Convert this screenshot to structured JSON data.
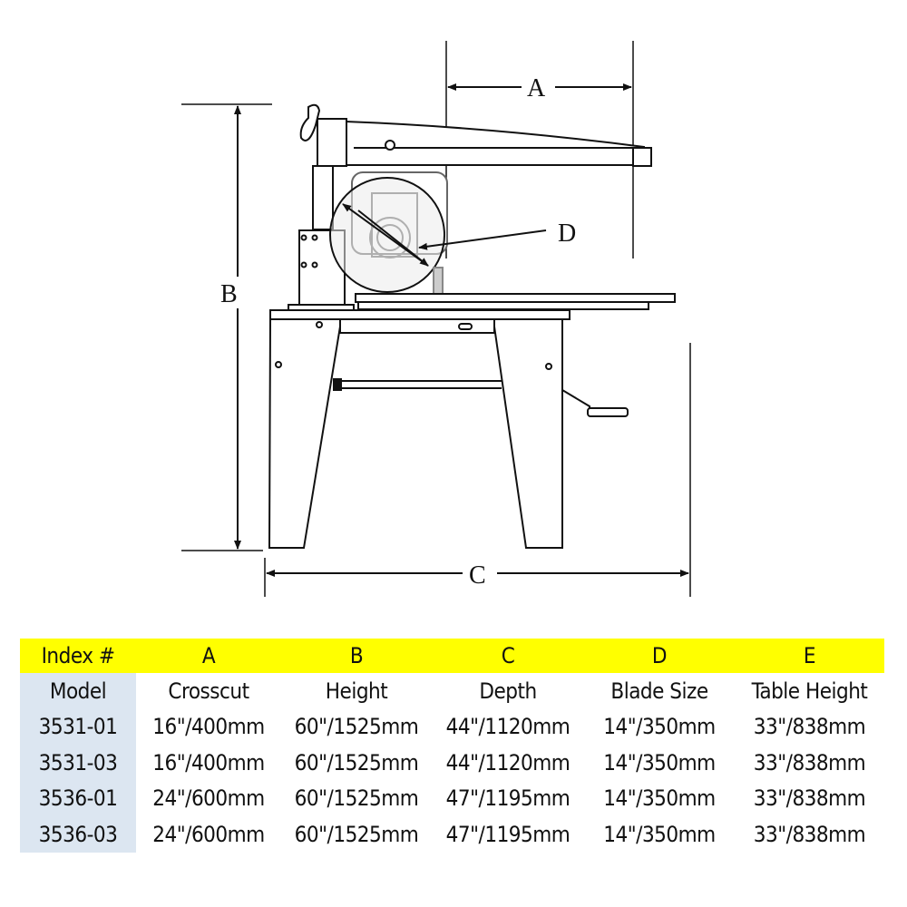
{
  "diagram": {
    "dimension_labels": {
      "A": "A",
      "B": "B",
      "C": "C",
      "D": "D"
    }
  },
  "table": {
    "index_row": [
      "Index #",
      "A",
      "B",
      "C",
      "D",
      "E"
    ],
    "header_row": [
      "Model",
      "Crosscut",
      "Height",
      "Depth",
      "Blade Size",
      "Table Height"
    ],
    "rows": [
      [
        "3531-01",
        "16\"/400mm",
        "60\"/1525mm",
        "44\"/1120mm",
        "14\"/350mm",
        "33\"/838mm"
      ],
      [
        "3531-03",
        "16\"/400mm",
        "60\"/1525mm",
        "44\"/1120mm",
        "14\"/350mm",
        "33\"/838mm"
      ],
      [
        "3536-01",
        "24\"/600mm",
        "60\"/1525mm",
        "47\"/1195mm",
        "14\"/350mm",
        "33\"/838mm"
      ],
      [
        "3536-03",
        "24\"/600mm",
        "60\"/1525mm",
        "47\"/1195mm",
        "14\"/350mm",
        "33\"/838mm"
      ]
    ],
    "colors": {
      "index_row_bg": "#ffff00",
      "model_col_bg": "#dce6f1"
    }
  }
}
